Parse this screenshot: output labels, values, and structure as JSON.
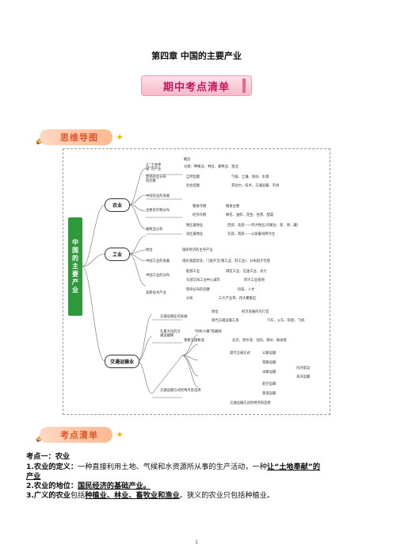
{
  "chapter_title": "第四章  中国的主要产业",
  "banner_label": "期中考点清单",
  "section1": "思维导图",
  "section2": "考点清单",
  "root": [
    "中",
    "国",
    "的",
    "主",
    "要",
    "产",
    "业"
  ],
  "branches": [
    "农业",
    "工业",
    "交通运输业"
  ],
  "agri": {
    "def": "让“土地奉献”的产业",
    "concept": "概念",
    "cls": "分类：种植业、林业、畜牧业、渔业",
    "factor": "影响农业分布的因素",
    "nature": "自然因素",
    "nature_v": "气候、土壤、地形、水源",
    "social": "社会因素",
    "social_v": "劳动力、技术、交通运输、市场",
    "dev": "中国农业的发展",
    "crop": "主要农作物分布",
    "food": "粮食作物",
    "food_v": "粮食主要",
    "cash": "经济作物",
    "cash_v": "棉花、油料、花生、甘蔗、甜菜",
    "pasture": "畜牧业分布",
    "pasture_a": "牧区畜牧业",
    "pasture_a_v": "西部、北部——四大牧区(内蒙古、新、青、藏)",
    "pasture_b": "农区畜牧业",
    "pasture_b_v": "东部、南部——以家畜饲养为主"
  },
  "industry": {
    "pos": "地位",
    "pos_v": "国民经济的主导产业",
    "dev": "中国工业的发展",
    "dev_v": "增长速度较快、门类齐全(重工业、轻工业)、分布趋于合理",
    "dist": "中国工业的分布",
    "energy": "能源工业",
    "energy_v": "煤炭工业、石油工业、水力",
    "coast": "东部沿海工业中心城市",
    "coast_v": "四大工业基地",
    "hi": "高新技术产业",
    "hi_a": "影响分布的因素",
    "hi_a_v": "科技、人才",
    "hi_b": "分布",
    "hi_b_v": "三大产业带、四大聚集区"
  },
  "transport": {
    "status": "交通运输业的发展",
    "role": "地位",
    "role_v": "经济发展的先行官",
    "modern": "现代交通运输工具",
    "modern_v": "汽车、火车、轮船、飞机",
    "choose": "交通运输方式的选择",
    "way": "在最大化的交通运输网",
    "grid": "“四纵六横”铁路网",
    "major": "重要交通要道",
    "major_v": "北京、哈尔滨、沈阳、郑州、株洲等",
    "mode": "现代交通方式",
    "m1": "公路运输",
    "m2": "铁路运输",
    "m3": "水路运输",
    "m3a": "内河航运",
    "m3b": "海洋运输",
    "m4": "航空运输",
    "m5": "管道运输",
    "trend": "交通运输方式的特点及选择",
    "trend_v": "交通运输方式的特点和选择"
  },
  "content": {
    "point1": "考点一：农业",
    "l1_num": "1.",
    "l1_head": "农业的定义：",
    "l1_text": "一种直接利用土地、气候和水资源所从事的生产活动，一种",
    "l1_key": "让“土地奉献”的",
    "l1_tail": "产业",
    "l2_num": "2.",
    "l2_head": "农业的地位：",
    "l2_key": "国民经济的基础产业。",
    "l3_num": "3.",
    "l3_head": "广义的农业",
    "l3_text1": "包括",
    "l3_key": "种植业、林业、畜牧业和渔业",
    "l3_text2": "。狭义的农业只包括种植业。"
  },
  "page_number": "1",
  "colors": {
    "root": "#2e9a3c",
    "title_red": "#c2185b",
    "accent_orange": "#e0552b"
  }
}
